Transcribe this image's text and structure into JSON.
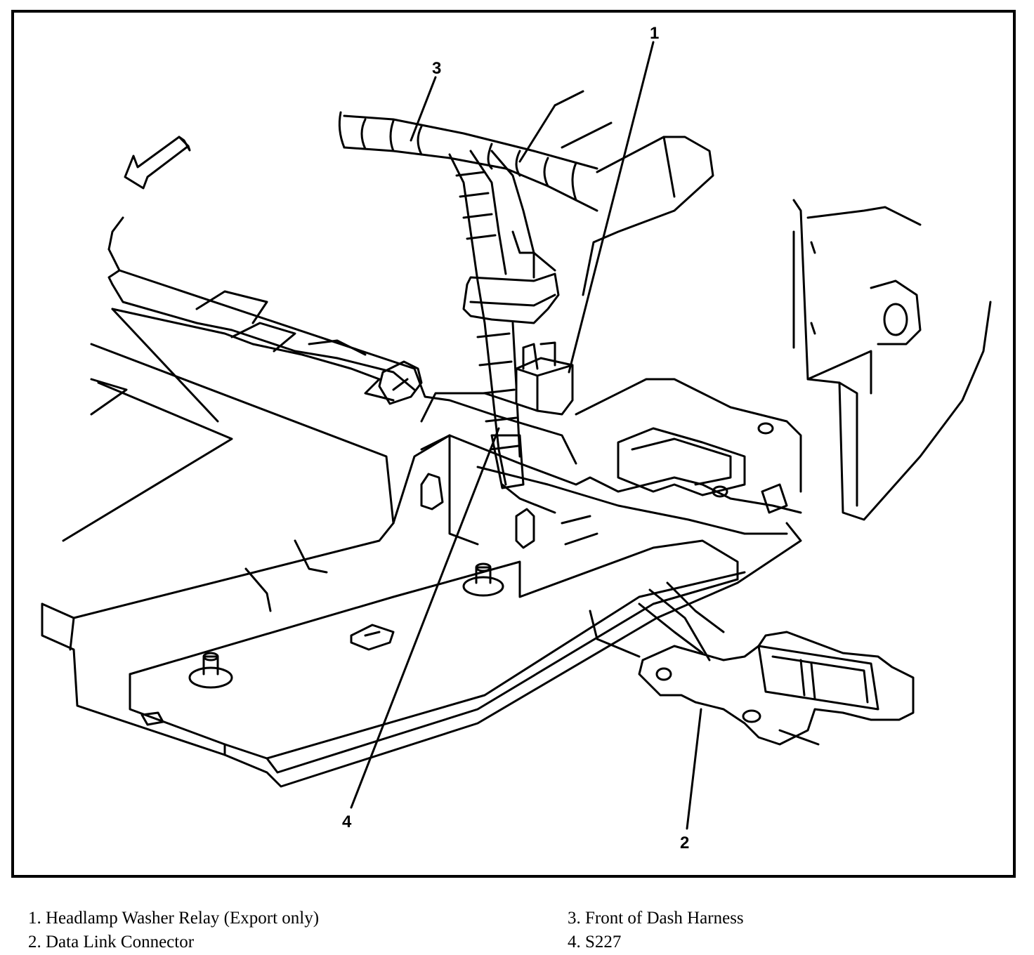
{
  "callouts": [
    {
      "num": "1"
    },
    {
      "num": "2"
    },
    {
      "num": "3"
    },
    {
      "num": "4"
    }
  ],
  "legend": [
    {
      "label": "1. Headlamp Washer Relay (Export only)"
    },
    {
      "label": "2. Data Link Connector"
    },
    {
      "label": "3. Front of Dash Harness"
    },
    {
      "label": "4. S227"
    }
  ]
}
